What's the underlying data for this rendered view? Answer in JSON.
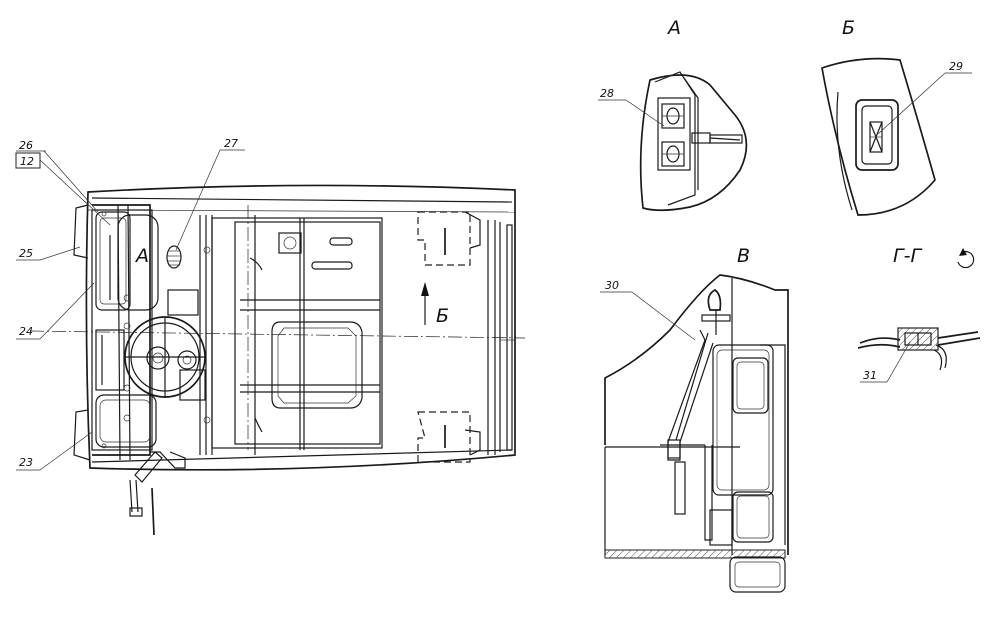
{
  "diagram": {
    "views": {
      "view_a": "А",
      "view_b": "Б",
      "view_v": "В",
      "section_g": "Г-Г"
    },
    "main_view": {
      "label_a": "А",
      "label_b": "Б"
    },
    "callouts": {
      "c26": "26",
      "c12": "12",
      "c25": "25",
      "c24": "24",
      "c23": "23",
      "c27": "27",
      "c28": "28",
      "c29": "29",
      "c30": "30",
      "c31": "31"
    }
  }
}
